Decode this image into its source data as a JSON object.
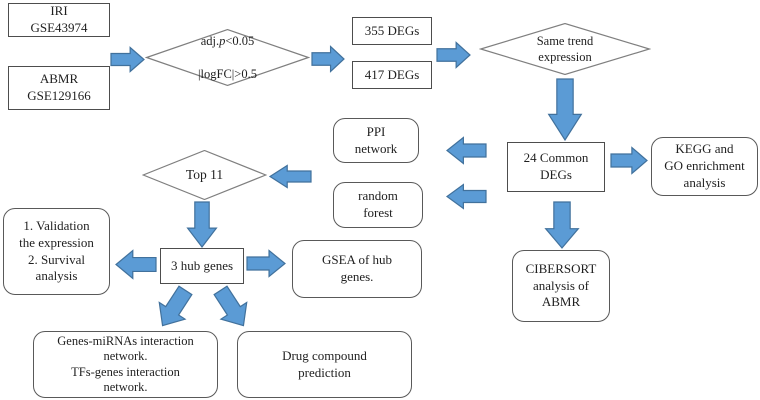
{
  "diagram": {
    "type": "flowchart",
    "colors": {
      "arrow_fill": "#5b9bd5",
      "arrow_stroke": "#41719c",
      "box_border": "#4d4d4d",
      "rounded_box_border": "#595959",
      "diamond_border": "#7f7f7f",
      "text": "#1f1f1f",
      "background": "#ffffff"
    },
    "nodes": {
      "iri": {
        "label": "IRI\nGSE43974"
      },
      "abmr": {
        "label": "ABMR\nGSE129166"
      },
      "filter": {
        "line1_prefix": "adj.",
        "line1_italic": "p",
        "line1_suffix": "<0.05",
        "line2": "|logFC|>0.5"
      },
      "degs355": {
        "label": "355 DEGs"
      },
      "degs417": {
        "label": "417 DEGs"
      },
      "same_trend": {
        "label": "Same trend\nexpression"
      },
      "common_degs": {
        "label": "24 Common\nDEGs"
      },
      "kegg_go": {
        "label": "KEGG and\nGO enrichment\nanalysis"
      },
      "ppi": {
        "label": "PPI\nnetwork"
      },
      "random_forest": {
        "label": "random\nforest"
      },
      "cibersort": {
        "label": "CIBERSORT\nanalysis of\nABMR"
      },
      "top11": {
        "label": "Top 11"
      },
      "hub_genes": {
        "label": "3 hub genes"
      },
      "validation": {
        "label": "1. Validation\nthe expression\n2. Survival\nanalysis"
      },
      "gsea": {
        "label": "GSEA of hub\ngenes."
      },
      "mirna_tf": {
        "label": "Genes-miRNAs interaction\nnetwork.\nTFs-genes interaction\nnetwork."
      },
      "drug": {
        "label": "Drug compound\nprediction"
      }
    }
  }
}
